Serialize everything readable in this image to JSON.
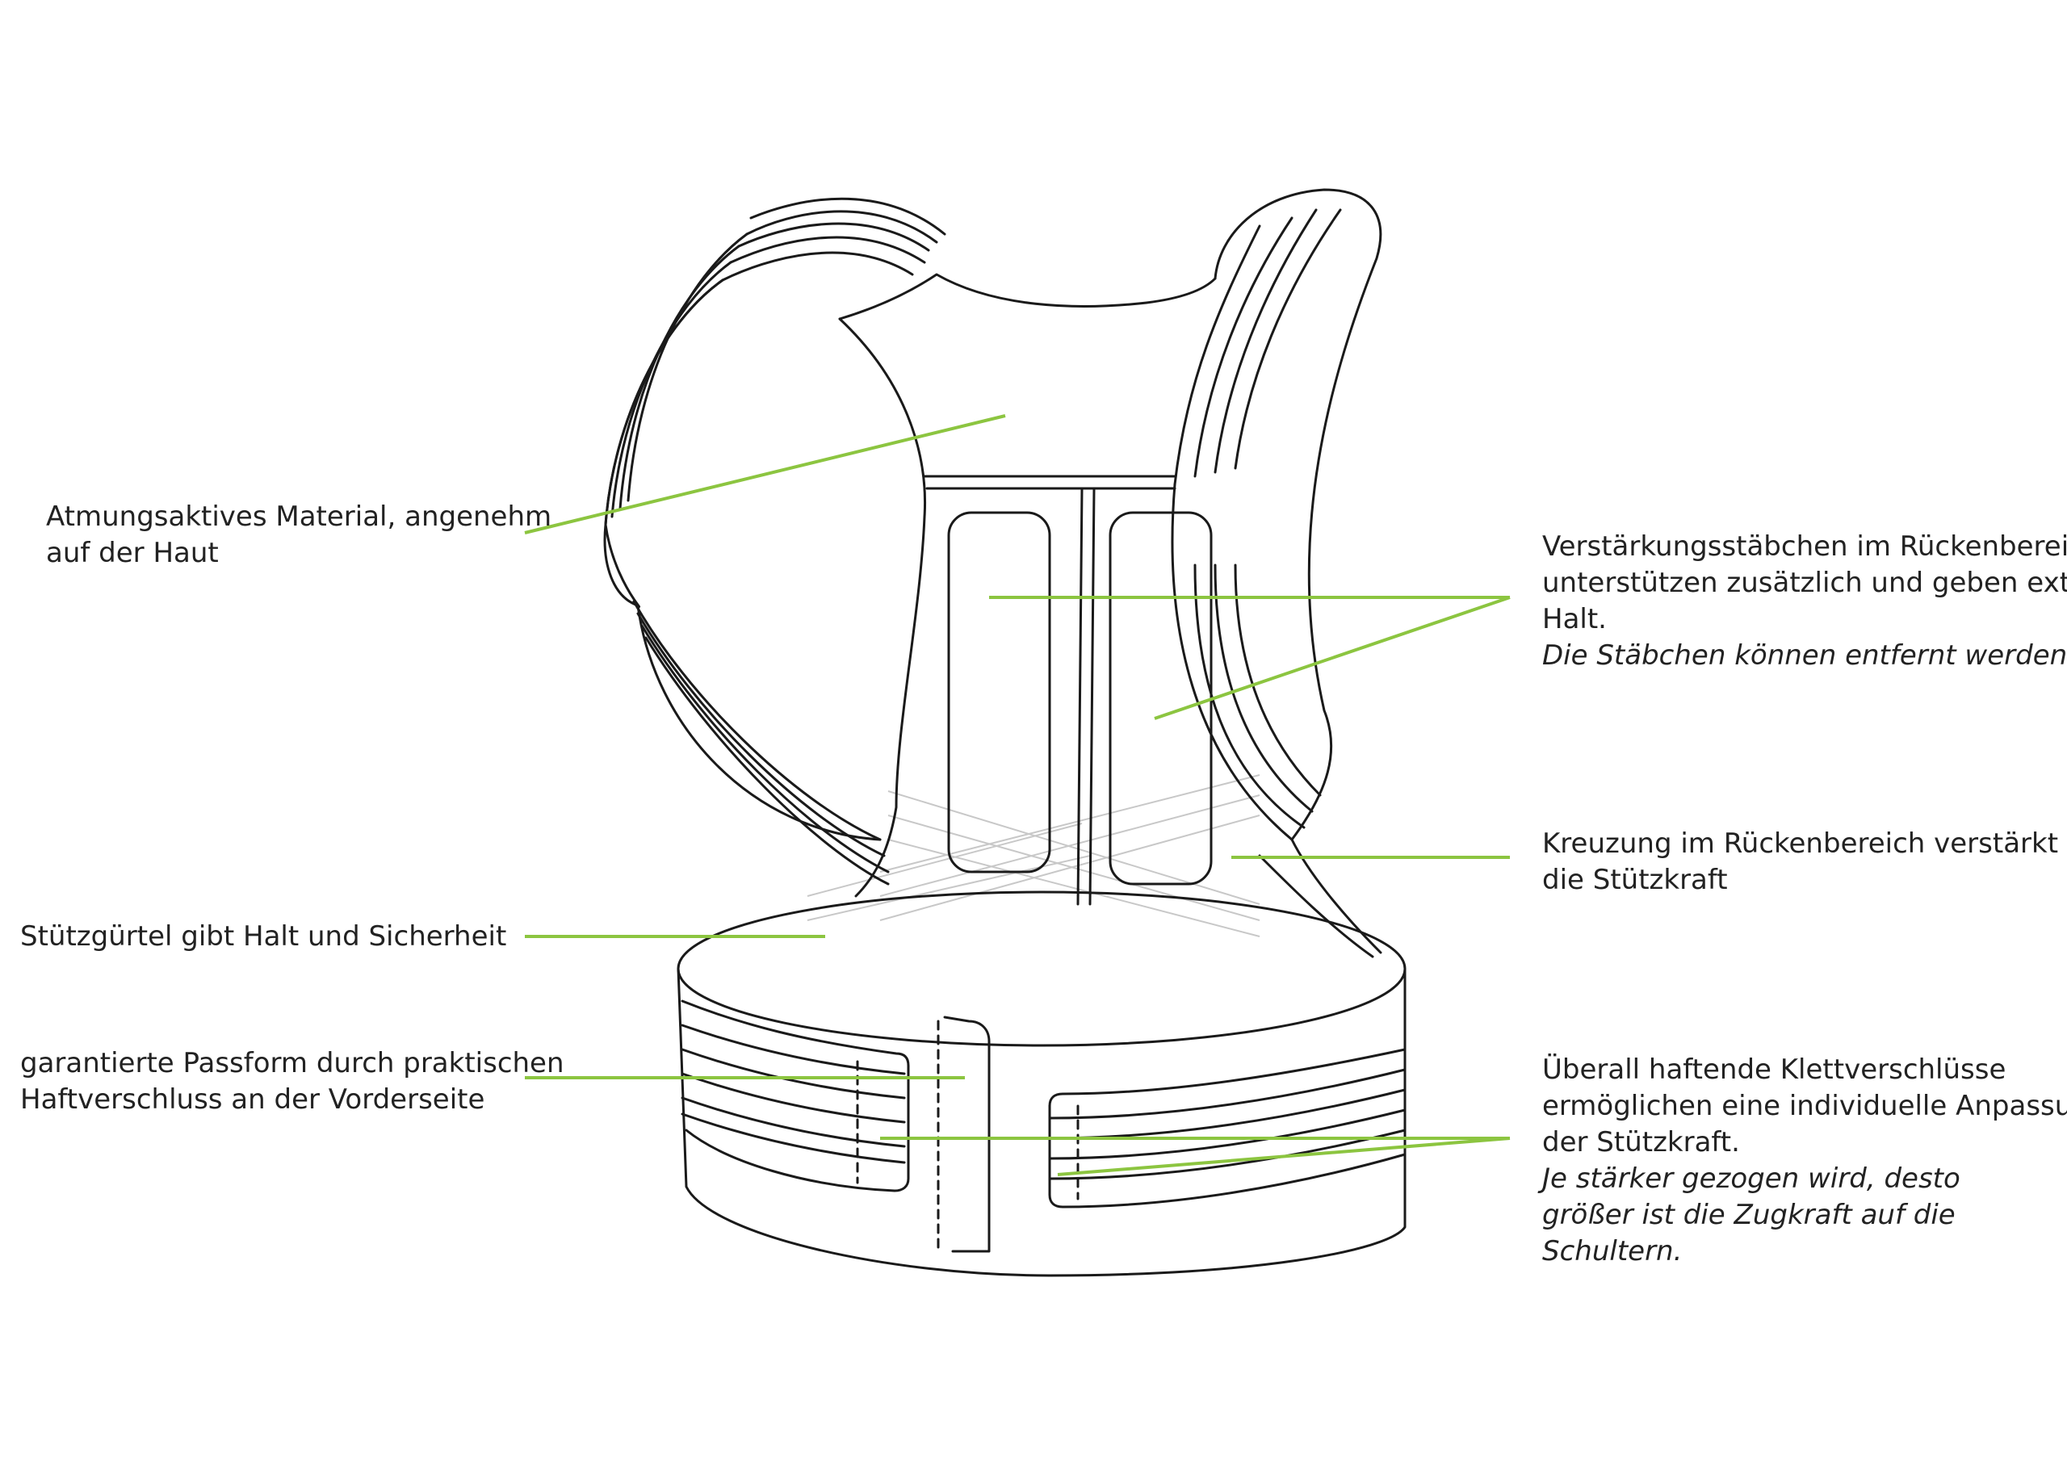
{
  "accent_color": "#8cc540",
  "stroke_color": "#1a1a1a",
  "callouts": {
    "material": {
      "lines": [
        "Atmungsaktives Material, angenehm",
        "auf der Haut"
      ]
    },
    "rods": {
      "lines": [
        "Verstärkungsstäbchen im Rückenbereich",
        "unterstützen zusätzlich und geben extra",
        "Halt."
      ],
      "note": "Die Stäbchen können entfernt werden."
    },
    "crossing": {
      "lines": [
        "Kreuzung im Rückenbereich verstärkt",
        "die Stützkraft"
      ]
    },
    "belt": {
      "lines": [
        "Stützgürtel gibt Halt und Sicherheit"
      ]
    },
    "fit": {
      "lines": [
        "garantierte Passform durch praktischen",
        "Haftverschluss an der Vorderseite"
      ]
    },
    "velcro": {
      "lines": [
        "Überall haftende Klettverschlüsse",
        "ermöglichen eine individuelle Anpassung",
        "der Stützkraft."
      ],
      "note": "Je stärker gezogen wird, desto größer ist die Zugkraft auf die Schultern."
    }
  }
}
